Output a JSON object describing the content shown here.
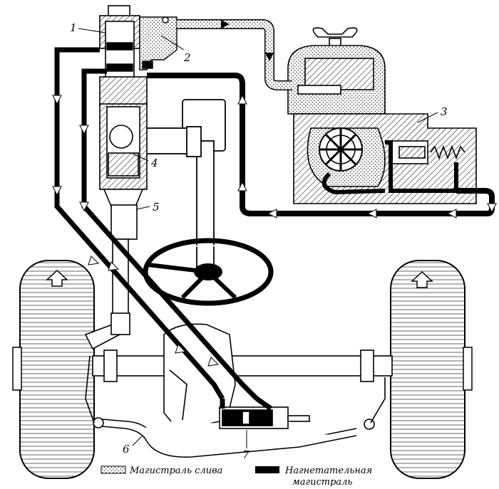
{
  "callouts": {
    "c1": "1",
    "c2": "2",
    "c3": "3",
    "c4": "4",
    "c5": "5",
    "c6": "6",
    "c7": "7"
  },
  "legend": {
    "drain_label": "Магистраль слива",
    "pressure_label_line1": "Нагнетательная",
    "pressure_label_line2": "магистраль"
  },
  "colors": {
    "drain_fill": "#ffffff",
    "pressure_fill": "#000000",
    "ink": "#000000"
  }
}
